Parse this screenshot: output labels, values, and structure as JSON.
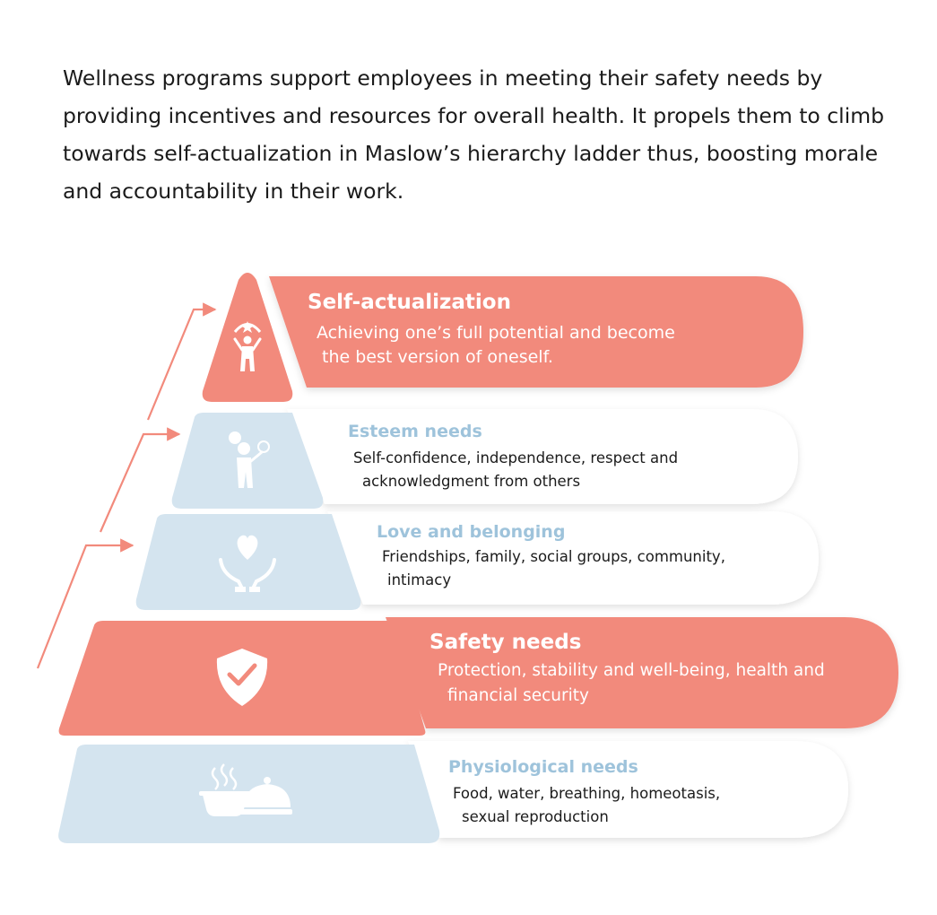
{
  "intro": "Wellness programs support employees in meeting their safety needs by providing incentives and resources for overall health. It propels them to climb towards self-actualization in Maslow’s hierarchy ladder thus, boosting morale and accountability in their work.",
  "colors": {
    "accent": "#f28a7c",
    "soft": "#d4e4ef",
    "soft_title": "#9ec3db",
    "white": "#ffffff",
    "text": "#1b1b1b"
  },
  "levels": [
    {
      "title": "Self-actualization",
      "desc_line1": "Achieving one’s full potential and become",
      "desc_line2": "the best version of oneself.",
      "icon": "achievement-person-icon",
      "highlight": true
    },
    {
      "title": "Esteem needs",
      "desc_line1": "Self-confidence, independence, respect and",
      "desc_line2": "acknowledgment from others",
      "icon": "confident-person-icon",
      "highlight": false
    },
    {
      "title": "Love and belonging",
      "desc_line1": "Friendships, family, social groups, community,",
      "desc_line2": "intimacy",
      "icon": "hands-heart-icon",
      "highlight": false
    },
    {
      "title": "Safety needs",
      "desc_line1": "Protection, stability and well-being, health and",
      "desc_line2": "financial security",
      "icon": "shield-check-icon",
      "highlight": true
    },
    {
      "title": "Physiological needs",
      "desc_line1": "Food, water, breathing, homeotasis,",
      "desc_line2": "sexual reproduction",
      "icon": "food-platter-icon",
      "highlight": false
    }
  ]
}
